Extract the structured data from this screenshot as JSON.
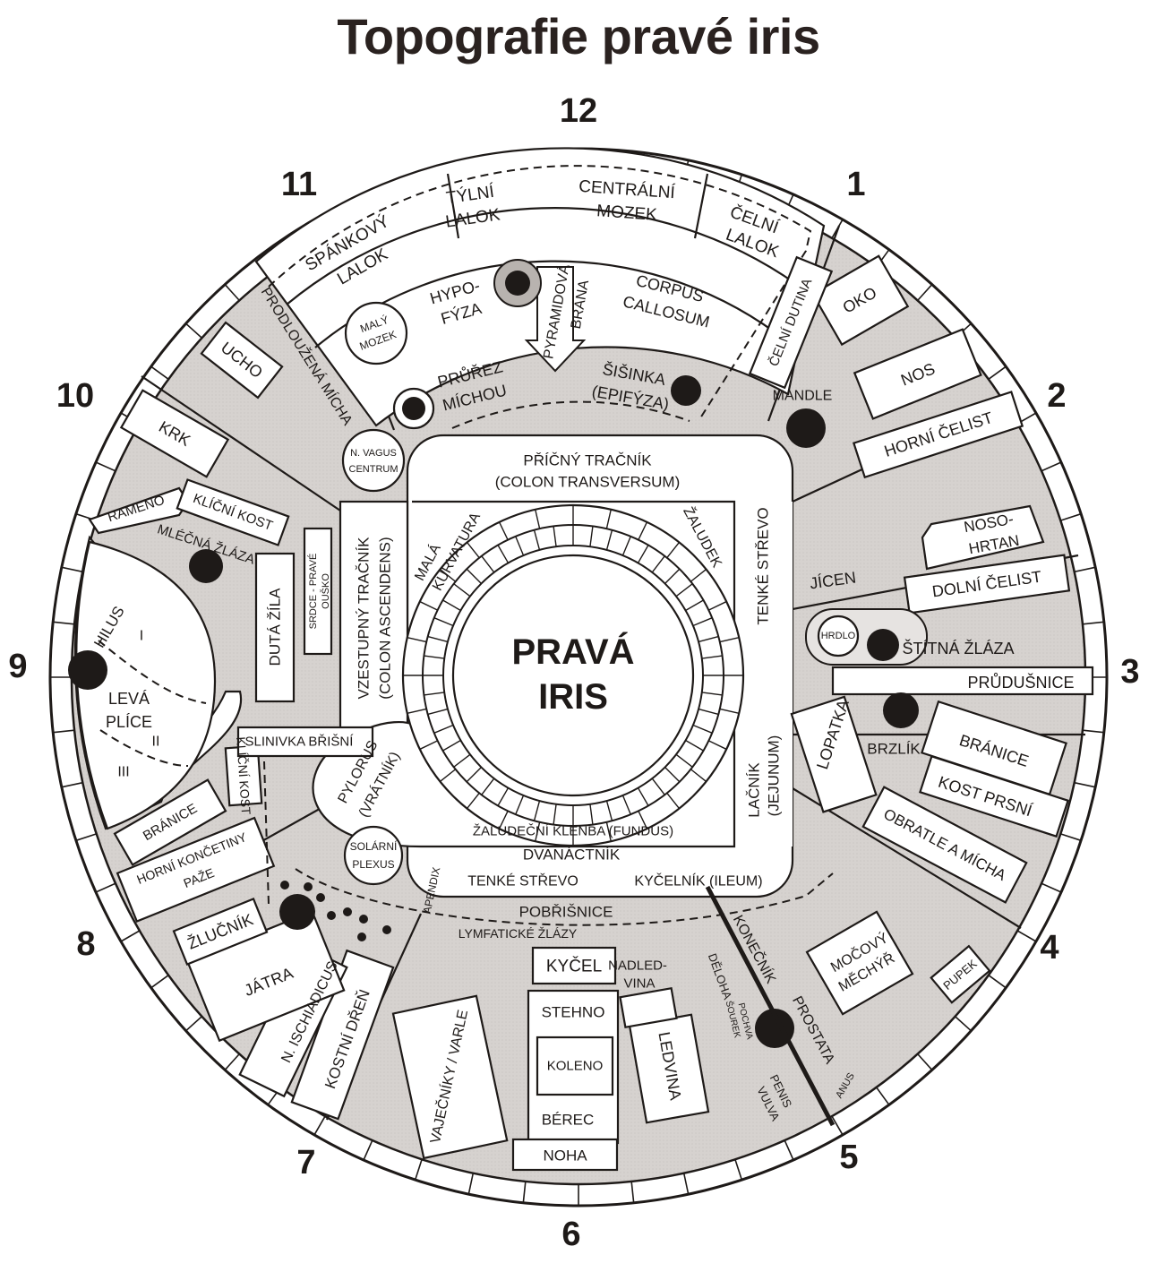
{
  "title": "Topografie pravé iris",
  "center": {
    "line1": "PRAVÁ",
    "line2": "IRIS"
  },
  "clock": [
    "12",
    "1",
    "2",
    "3",
    "4",
    "5",
    "6",
    "7",
    "8",
    "9",
    "10",
    "11"
  ],
  "labels": {
    "spankovy": "SPÁNKOVÝ",
    "spankovy_lalok": "LALOK",
    "tylni": "TÝLNÍ",
    "tylni_lalok": "LALOK",
    "centralni": "CENTRÁLNÍ",
    "centralni_mozek": "MOZEK",
    "celni": "ČELNÍ",
    "celni_lalok": "LALOK",
    "hypo": "HYPO-",
    "fyza": "FÝZA",
    "maly": "MALÝ",
    "mozek": "MOZEK",
    "pyramidova": "PYRAMIDOVÁ",
    "brana": "BRÁNA",
    "corpus": "CORPUS",
    "callosum": "CALLOSUM",
    "prurez": "PRŮŘEZ",
    "michou": "MÍCHOU",
    "sisinka": "ŠIŠINKA",
    "epifyza": "(EPIFÝZA)",
    "prodlouzena": "PRODLOUŽENÁ MÍCHA",
    "celni_dutina": "ČELNÍ DUTINA",
    "oko": "OKO",
    "nos": "NOS",
    "mandle": "MANDLE",
    "horni_celist": "HORNÍ ČELIST",
    "noso": "NOSO-",
    "hrtan": "HRTAN",
    "jicen": "JÍCEN",
    "dolni_celist": "DOLNÍ ČELIST",
    "hrdlo": "HRDLO",
    "stitna": "ŠTÍTNÁ ŽLÁZA",
    "prudusnice": "PRŮDUŠNICE",
    "lopatka": "LOPATKA",
    "brzlik": "BRZLÍK",
    "branice_r": "BRÁNICE",
    "kost_prsni": "KOST PRSNÍ",
    "obratle": "OBRATLE A MÍCHA",
    "mocovy": "MOČOVÝ",
    "mechyr": "MĚCHÝŘ",
    "pupek": "PUPEK",
    "konecnik": "KONEČNÍK",
    "prostata": "PROSTATA",
    "anus": "ANUS",
    "deloha": "DĚLOHA",
    "sourek": "ŠOUREK",
    "pochva": "POCHVA",
    "penis": "PENIS",
    "vulva": "VULVA",
    "ledvina": "LEDVINA",
    "nadled": "NADLED-",
    "vina": "VINA",
    "kycel": "KYČEL",
    "stehno": "STEHNO",
    "koleno": "KOLENO",
    "berec": "BÉREC",
    "noha": "NOHA",
    "vajecniky": "VAJEČNÍKY / VARLE",
    "kostni_dren": "KOSTNÍ DŘEŇ",
    "ischiadicus": "N. ISCHIADICUS",
    "jatra": "JÁTRA",
    "zlucnik": "ŽLUČNÍK",
    "horni_koncetiny": "HORNÍ KONČETINY",
    "paze": "PAŽE",
    "branice_l": "BRÁNICE",
    "klicni_kost_2": "KLÍČNÍ KOST",
    "hilus": "HILUS",
    "roman1": "I",
    "leva": "LEVÁ",
    "plice": "PLÍCE",
    "roman2": "II",
    "roman3": "III",
    "mlecna": "MLÉČNÁ ŽLÁZA",
    "rameno": "RAMENO",
    "klicni_kost": "KLÍČNÍ KOST",
    "krk": "KRK",
    "ucho": "UCHO",
    "n_vagus": "N. VAGUS",
    "centrum": "CENTRUM",
    "dutazila": "DUTÁ ŽÍLA",
    "srdce": "SRDCE - PRAVÉ",
    "ousko": "OUŠKO",
    "slinivka": "SLINIVKA BŘIŠNÍ",
    "pricny": "PŘÍČNÝ TRAČNÍK",
    "colon_tr": "(COLON TRANSVERSUM)",
    "vzestupny": "VZESTUPNÝ TRAČNÍK",
    "colon_asc": "(COLON ASCENDENS)",
    "tenke_strevo_r": "TENKÉ STŘEVO",
    "lacnik": "LAČNÍK",
    "jejunum": "(JEJUNUM)",
    "mala": "MALÁ",
    "kurvatura": "KURVATURA",
    "zaludek": "ŽALUDEK",
    "pylorus": "PYLORUS",
    "vratnik": "(VRÁTNÍK)",
    "zaludecni_klenba": "ŽALUDEČNÍ KLENBA (FUNDUS)",
    "dvanactnik": "DVANÁCTNÍK",
    "solarni": "SOLÁRNÍ",
    "plexus": "PLEXUS",
    "tenke_strevo_b": "TENKÉ STŘEVO",
    "kycelnik": "KYČELNÍK (ILEUM)",
    "apendix": "APENDIX",
    "pobrisnice": "POBŘIŠNICE",
    "lymfaticke": "LYMFATICKÉ ŽLÁZY"
  }
}
